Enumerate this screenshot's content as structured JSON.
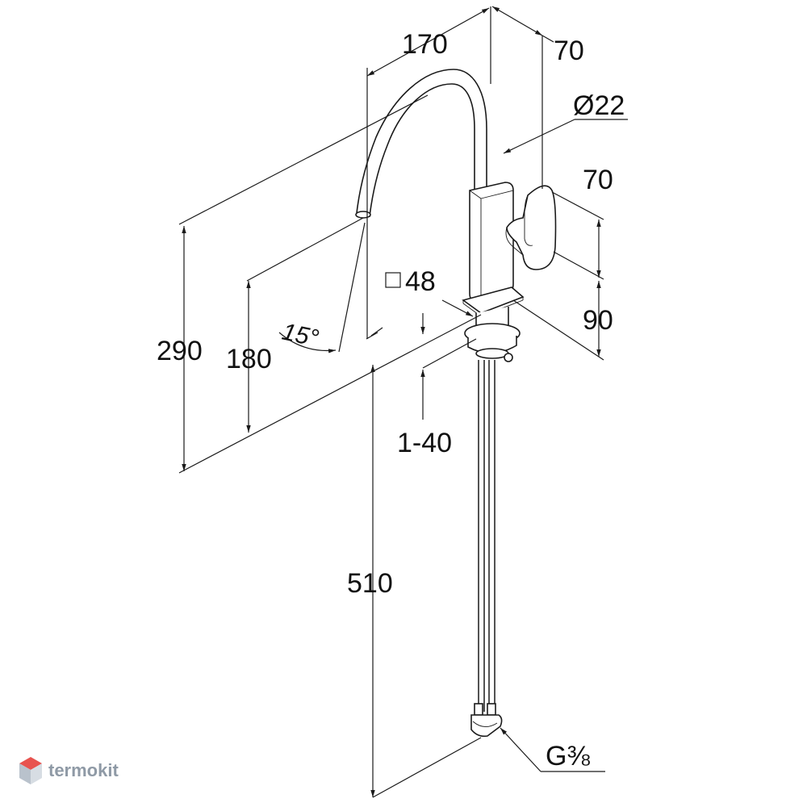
{
  "dimensions": {
    "spout_reach": "170",
    "body_depth": "70",
    "spout_diameter": "Ø22",
    "lever_height": "70",
    "body_to_base": "90",
    "base_square": "48",
    "spout_angle": "15°",
    "total_height": "290",
    "spout_outlet_height": "180",
    "deck_thickness": "1-40",
    "hose_length": "510",
    "connection_thread": "G⅜"
  },
  "watermark": {
    "text": "termokit"
  },
  "colors": {
    "line": "#1a1a1a",
    "watermark_text": "#8f9aa6",
    "watermark_logo_top": "#e8534f",
    "watermark_logo_side": "#b9c2cc"
  }
}
